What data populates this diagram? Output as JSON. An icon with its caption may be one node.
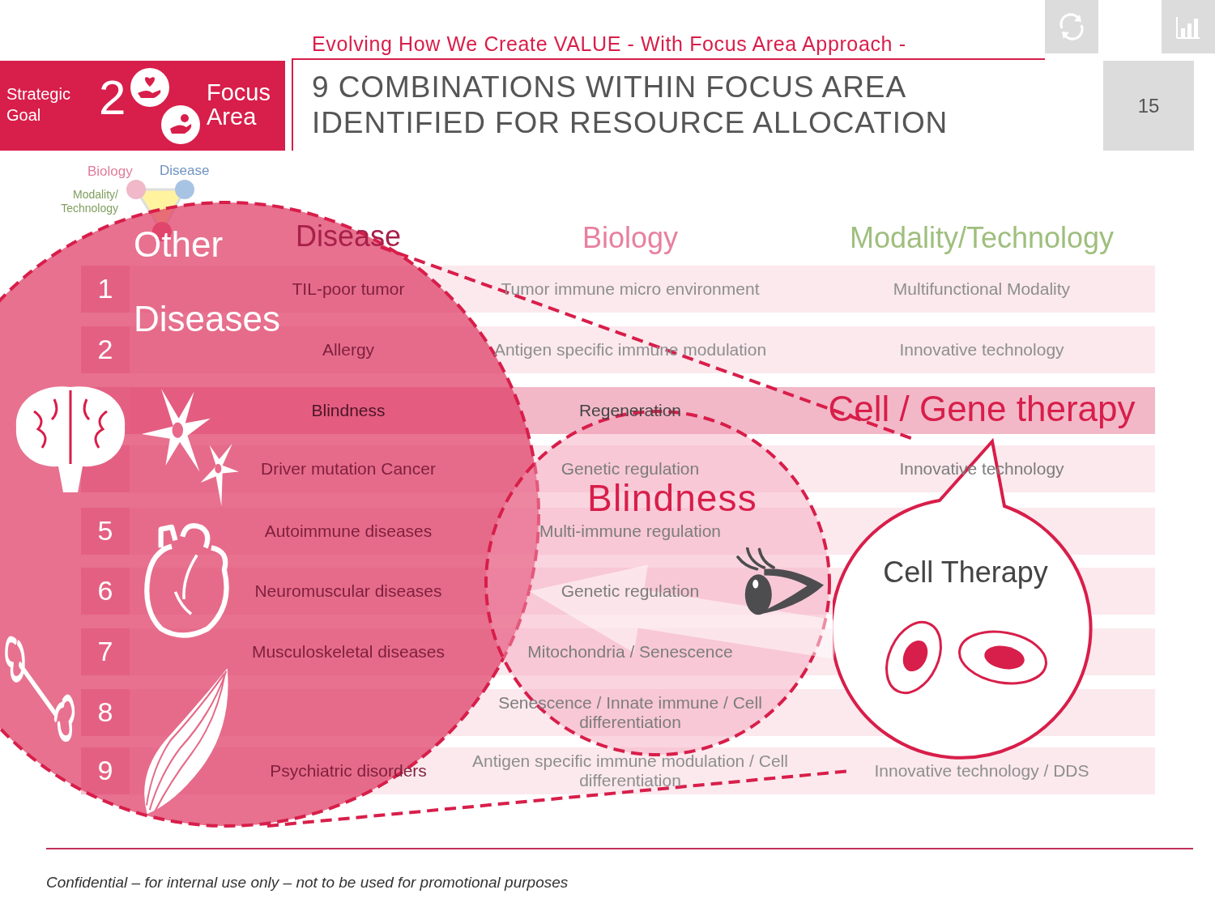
{
  "diagram": {
    "title": "9 COMBINATIONS WITHIN FOCUS AREA IDENTIFIED FOR RESOURCE ALLOCATION",
    "nodes": [
      {
        "text": [
          "Strategic Goal",
          "2",
          "Focus Area"
        ]
      },
      {
        "text": [
          "15"
        ]
      },
      {
        "text": [
          "Other Diseases"
        ]
      },
      {
        "text": [
          "Blindness"
        ]
      },
      {
        "text": [
          "Cell Therapy"
        ]
      }
    ],
    "edges": [
      {
        "from": 4,
        "to": 2,
        "arrow": "to"
      }
    ],
    "labels": [
      "Evolving How We Create VALUE - With Focus Area Approach -",
      "Biology",
      "Disease",
      "Modality/ Technology",
      "Disease",
      "Biology",
      "Modality/Technology",
      "1",
      "TIL-poor tumor",
      "Tumor immune micro environment",
      "Multifunctional Modality",
      "2",
      "Allergy",
      "Antigen specific immune modulation",
      "Innovative technology",
      "Blindness",
      "Regeneration",
      "Cell / Gene therapy",
      "Driver mutation Cancer",
      "Genetic regulation",
      "Innovative technology",
      "5",
      "Autoimmune diseases",
      "Multi-immune regulation",
      "6",
      "Neuromuscular diseases",
      "Genetic regulation",
      "7",
      "Musculoskeletal diseases",
      "Mitochondria / Senescence",
      "8",
      "Senescence / Innate immune / Cell differentiation",
      "9",
      "Psychiatric disorders",
      "Antigen specific immune modulation / Cell differentiation",
      "Innovative technology / DDS",
      "Confidential – for internal use only – not to be used for promotional purposes"
    ]
  }
}
